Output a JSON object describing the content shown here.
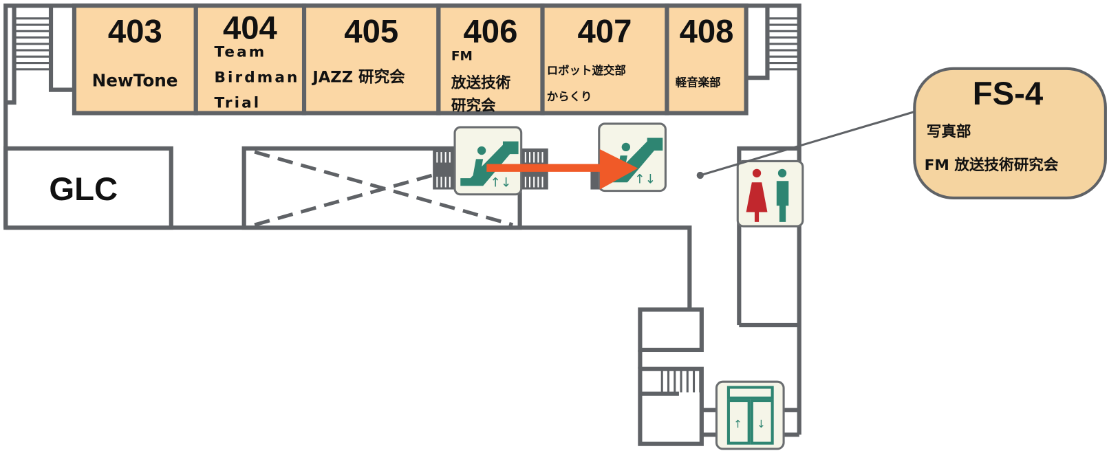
{
  "rooms": [
    {
      "number": "403",
      "lines": [
        "NewTone"
      ]
    },
    {
      "number": "404",
      "lines": [
        "Team",
        "Birdman",
        "Trial"
      ]
    },
    {
      "number": "405",
      "lines": [
        "JAZZ 研究会"
      ]
    },
    {
      "number": "406",
      "lines": [
        "FM",
        "放送技術",
        "研究会"
      ]
    },
    {
      "number": "407",
      "lines": [
        "ロボット遊交部",
        "からくり"
      ]
    },
    {
      "number": "408",
      "lines": [
        "軽音楽部"
      ]
    }
  ],
  "glc": {
    "label": "GLC"
  },
  "callout": {
    "title": "FS-4",
    "lines": [
      "写真部",
      "FM 放送技術研究会"
    ]
  },
  "icons": [
    "escalator-icon",
    "escalator-icon",
    "restroom-icon",
    "elevator-icon"
  ],
  "colors": {
    "room": "#fbd7a5",
    "callout": "#f5d4a0",
    "wall": "#5f6266",
    "accent_arrow": "#f05a28",
    "green": "#2e8572",
    "red": "#c1272d"
  }
}
